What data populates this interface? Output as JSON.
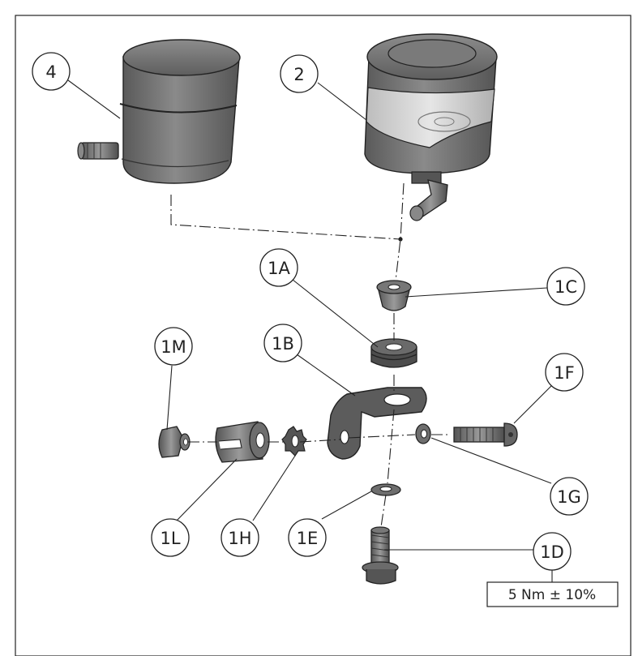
{
  "callouts": {
    "c4": "4",
    "c2": "2",
    "c1A": "1A",
    "c1C": "1C",
    "c1M": "1M",
    "c1B": "1B",
    "c1F": "1F",
    "c1G": "1G",
    "c1L": "1L",
    "c1H": "1H",
    "c1E": "1E",
    "c1D": "1D"
  },
  "torque_spec": "5 Nm ± 10%",
  "colors": {
    "part_body": "#6f6f6f",
    "part_dark": "#4a4a4a",
    "part_light": "#a9a9a9",
    "line": "#222222"
  }
}
